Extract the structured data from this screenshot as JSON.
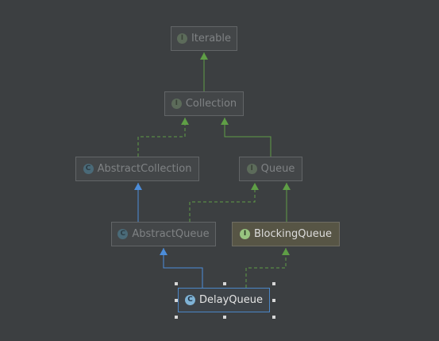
{
  "diagram": {
    "nodes": [
      {
        "id": "iterable",
        "label": "Iterable",
        "kind": "interface",
        "badge": "I",
        "state": "dim"
      },
      {
        "id": "collection",
        "label": "Collection",
        "kind": "interface",
        "badge": "I",
        "state": "dim"
      },
      {
        "id": "abstractcollection",
        "label": "AbstractCollection",
        "kind": "abstract",
        "badge": "C",
        "state": "dim"
      },
      {
        "id": "queue",
        "label": "Queue",
        "kind": "interface",
        "badge": "I",
        "state": "dim"
      },
      {
        "id": "abstractqueue",
        "label": "AbstractQueue",
        "kind": "abstract",
        "badge": "C",
        "state": "dim"
      },
      {
        "id": "blockingqueue",
        "label": "BlockingQueue",
        "kind": "interface",
        "badge": "I",
        "state": "active"
      },
      {
        "id": "delayqueue",
        "label": "DelayQueue",
        "kind": "class",
        "badge": "C",
        "state": "selected"
      }
    ],
    "edges": [
      {
        "from": "collection",
        "to": "iterable",
        "type": "extends-interface"
      },
      {
        "from": "abstractcollection",
        "to": "collection",
        "type": "implements"
      },
      {
        "from": "queue",
        "to": "collection",
        "type": "extends-interface"
      },
      {
        "from": "abstractqueue",
        "to": "abstractcollection",
        "type": "extends-class"
      },
      {
        "from": "abstractqueue",
        "to": "queue",
        "type": "implements"
      },
      {
        "from": "blockingqueue",
        "to": "queue",
        "type": "extends-interface"
      },
      {
        "from": "delayqueue",
        "to": "abstractqueue",
        "type": "extends-class"
      },
      {
        "from": "delayqueue",
        "to": "blockingqueue",
        "type": "implements"
      }
    ],
    "colors": {
      "background": "#3c3f41",
      "interface_edge": "#5f9e46",
      "class_edge": "#4c8dda",
      "selection_border": "#4b86c6"
    },
    "selected_node": "delayqueue"
  }
}
